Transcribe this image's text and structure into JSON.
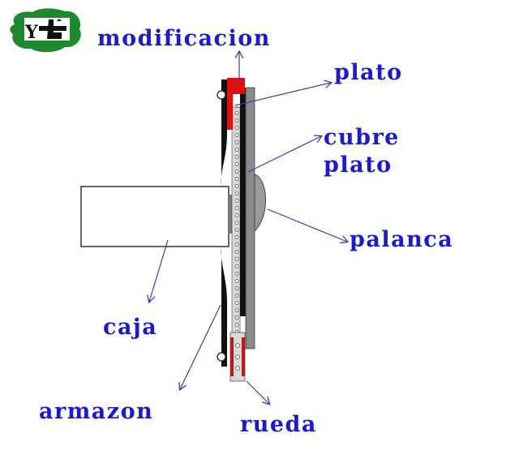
{
  "labels": {
    "modificacion": "modificacion",
    "plato": "plato",
    "cubre_line1": "cubre",
    "cubre_line2": "plato",
    "palanca": "palanca",
    "caja": "caja",
    "armazon": "armazon",
    "rueda": "rueda"
  },
  "icons": {
    "logo": "cyclist-logo-icon"
  },
  "colors": {
    "label": "#1a1ad6",
    "arrow": "#3b3bb3",
    "plate_red": "#e01010",
    "cover_gray": "#8a8a8a",
    "lever_gray": "#9a9a9a",
    "logo_green": "#1e8a2e"
  }
}
